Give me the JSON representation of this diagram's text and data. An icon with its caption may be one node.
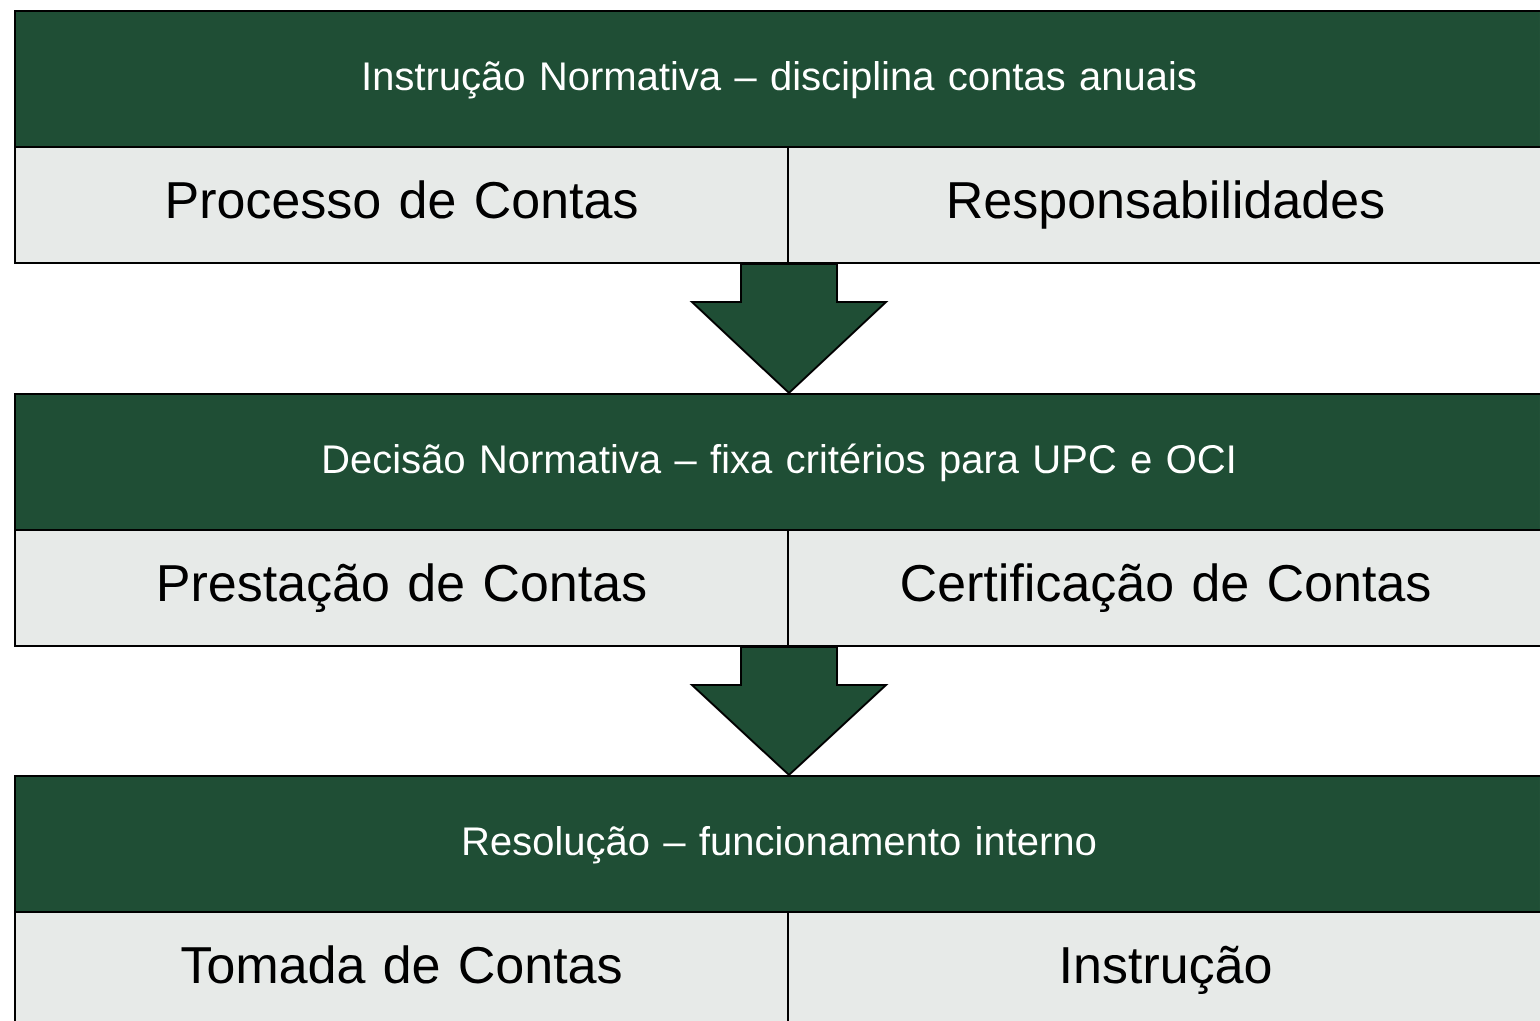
{
  "diagram": {
    "nodes": [
      {
        "text": [
          "Instrução Normativa – disciplina contas anuais"
        ]
      },
      {
        "text": [
          "Processo de Contas"
        ]
      },
      {
        "text": [
          "Responsabilidades"
        ]
      },
      {
        "text": [
          "Decisão Normativa – fixa critérios para UPC e OCI"
        ]
      },
      {
        "text": [
          "Prestação de Contas"
        ]
      },
      {
        "text": [
          "Certificação de Contas"
        ]
      },
      {
        "text": [
          "Resolução – funcionamento interno"
        ]
      },
      {
        "text": [
          "Tomada de Contas"
        ]
      },
      {
        "text": [
          "Instrução"
        ]
      }
    ],
    "edges": [
      {
        "from": 1,
        "to": 3,
        "arrow": "to"
      },
      {
        "from": 4,
        "to": 6,
        "arrow": "to"
      }
    ]
  }
}
